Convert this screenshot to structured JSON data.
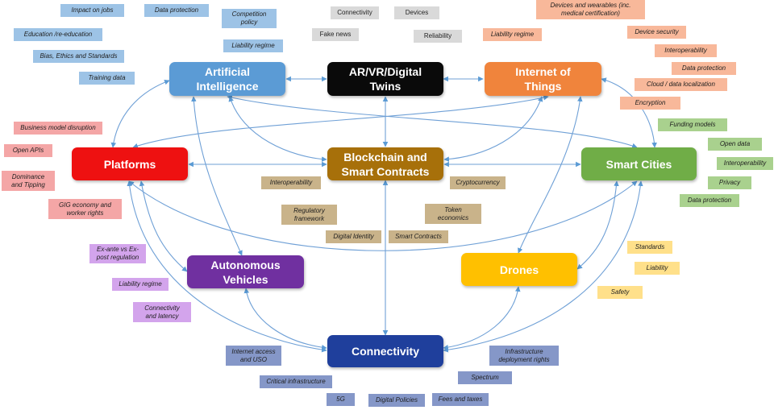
{
  "hubs": {
    "ai": {
      "label": "Artificial\nIntelligence",
      "color": "#5b9bd5"
    },
    "arvr": {
      "label": "AR/VR/Digital\nTwins",
      "color": "#0a0a0a"
    },
    "iot": {
      "label": "Internet of\nThings",
      "color": "#f0843c"
    },
    "platforms": {
      "label": "Platforms",
      "color": "#ee1111"
    },
    "blockchain": {
      "label": "Blockchain and\nSmart Contracts",
      "color": "#a7700a"
    },
    "smart_cities": {
      "label": "Smart Cities",
      "color": "#70ad47"
    },
    "av": {
      "label": "Autonomous\nVehicles",
      "color": "#7030a0"
    },
    "drones": {
      "label": "Drones",
      "color": "#ffc000"
    },
    "connectivity": {
      "label": "Connectivity",
      "color": "#1f3f9c"
    }
  },
  "tags": {
    "ai": [
      "Impact on jobs",
      "Data protection",
      "Competition\npolicy",
      "Education /re-education",
      "Liability regime",
      "Bias, Ethics and Standards",
      "Training data"
    ],
    "arvr": [
      "Connectivity",
      "Devices",
      "Fake news",
      "Reliability"
    ],
    "iot": [
      "Devices and wearables (inc.\nmedical  certification)",
      "Liability regime",
      "Device security",
      "Interoperability",
      "Data protection",
      "Cloud / data localization",
      "Encryption"
    ],
    "platforms": [
      "Business model disruption",
      "Open APIs",
      "Dominance\nand Tipping",
      "GIG economy and\nworker rights"
    ],
    "smart_cities": [
      "Funding models",
      "Open data",
      "Interoperability",
      "Privacy",
      "Data protection"
    ],
    "blockchain": [
      "Interoperability",
      "Cryptocurrency",
      "Regulatory\nframework",
      "Token\neconomics",
      "Digital Identity",
      "Smart Contracts"
    ],
    "av": [
      "Ex-ante vs Ex-\npost  regulation",
      "Liability regime",
      "Connectivity\nand latency"
    ],
    "drones": [
      "Standards",
      "Liability",
      "Safety"
    ],
    "connectivity": [
      "Internet access\nand USO",
      "Infrastructure\ndeployment rights",
      "Spectrum",
      "Critical infrastructure",
      "5G",
      "Digital Policies",
      "Fees and taxes"
    ]
  },
  "colors": {
    "connector": "#5b9bd5"
  }
}
